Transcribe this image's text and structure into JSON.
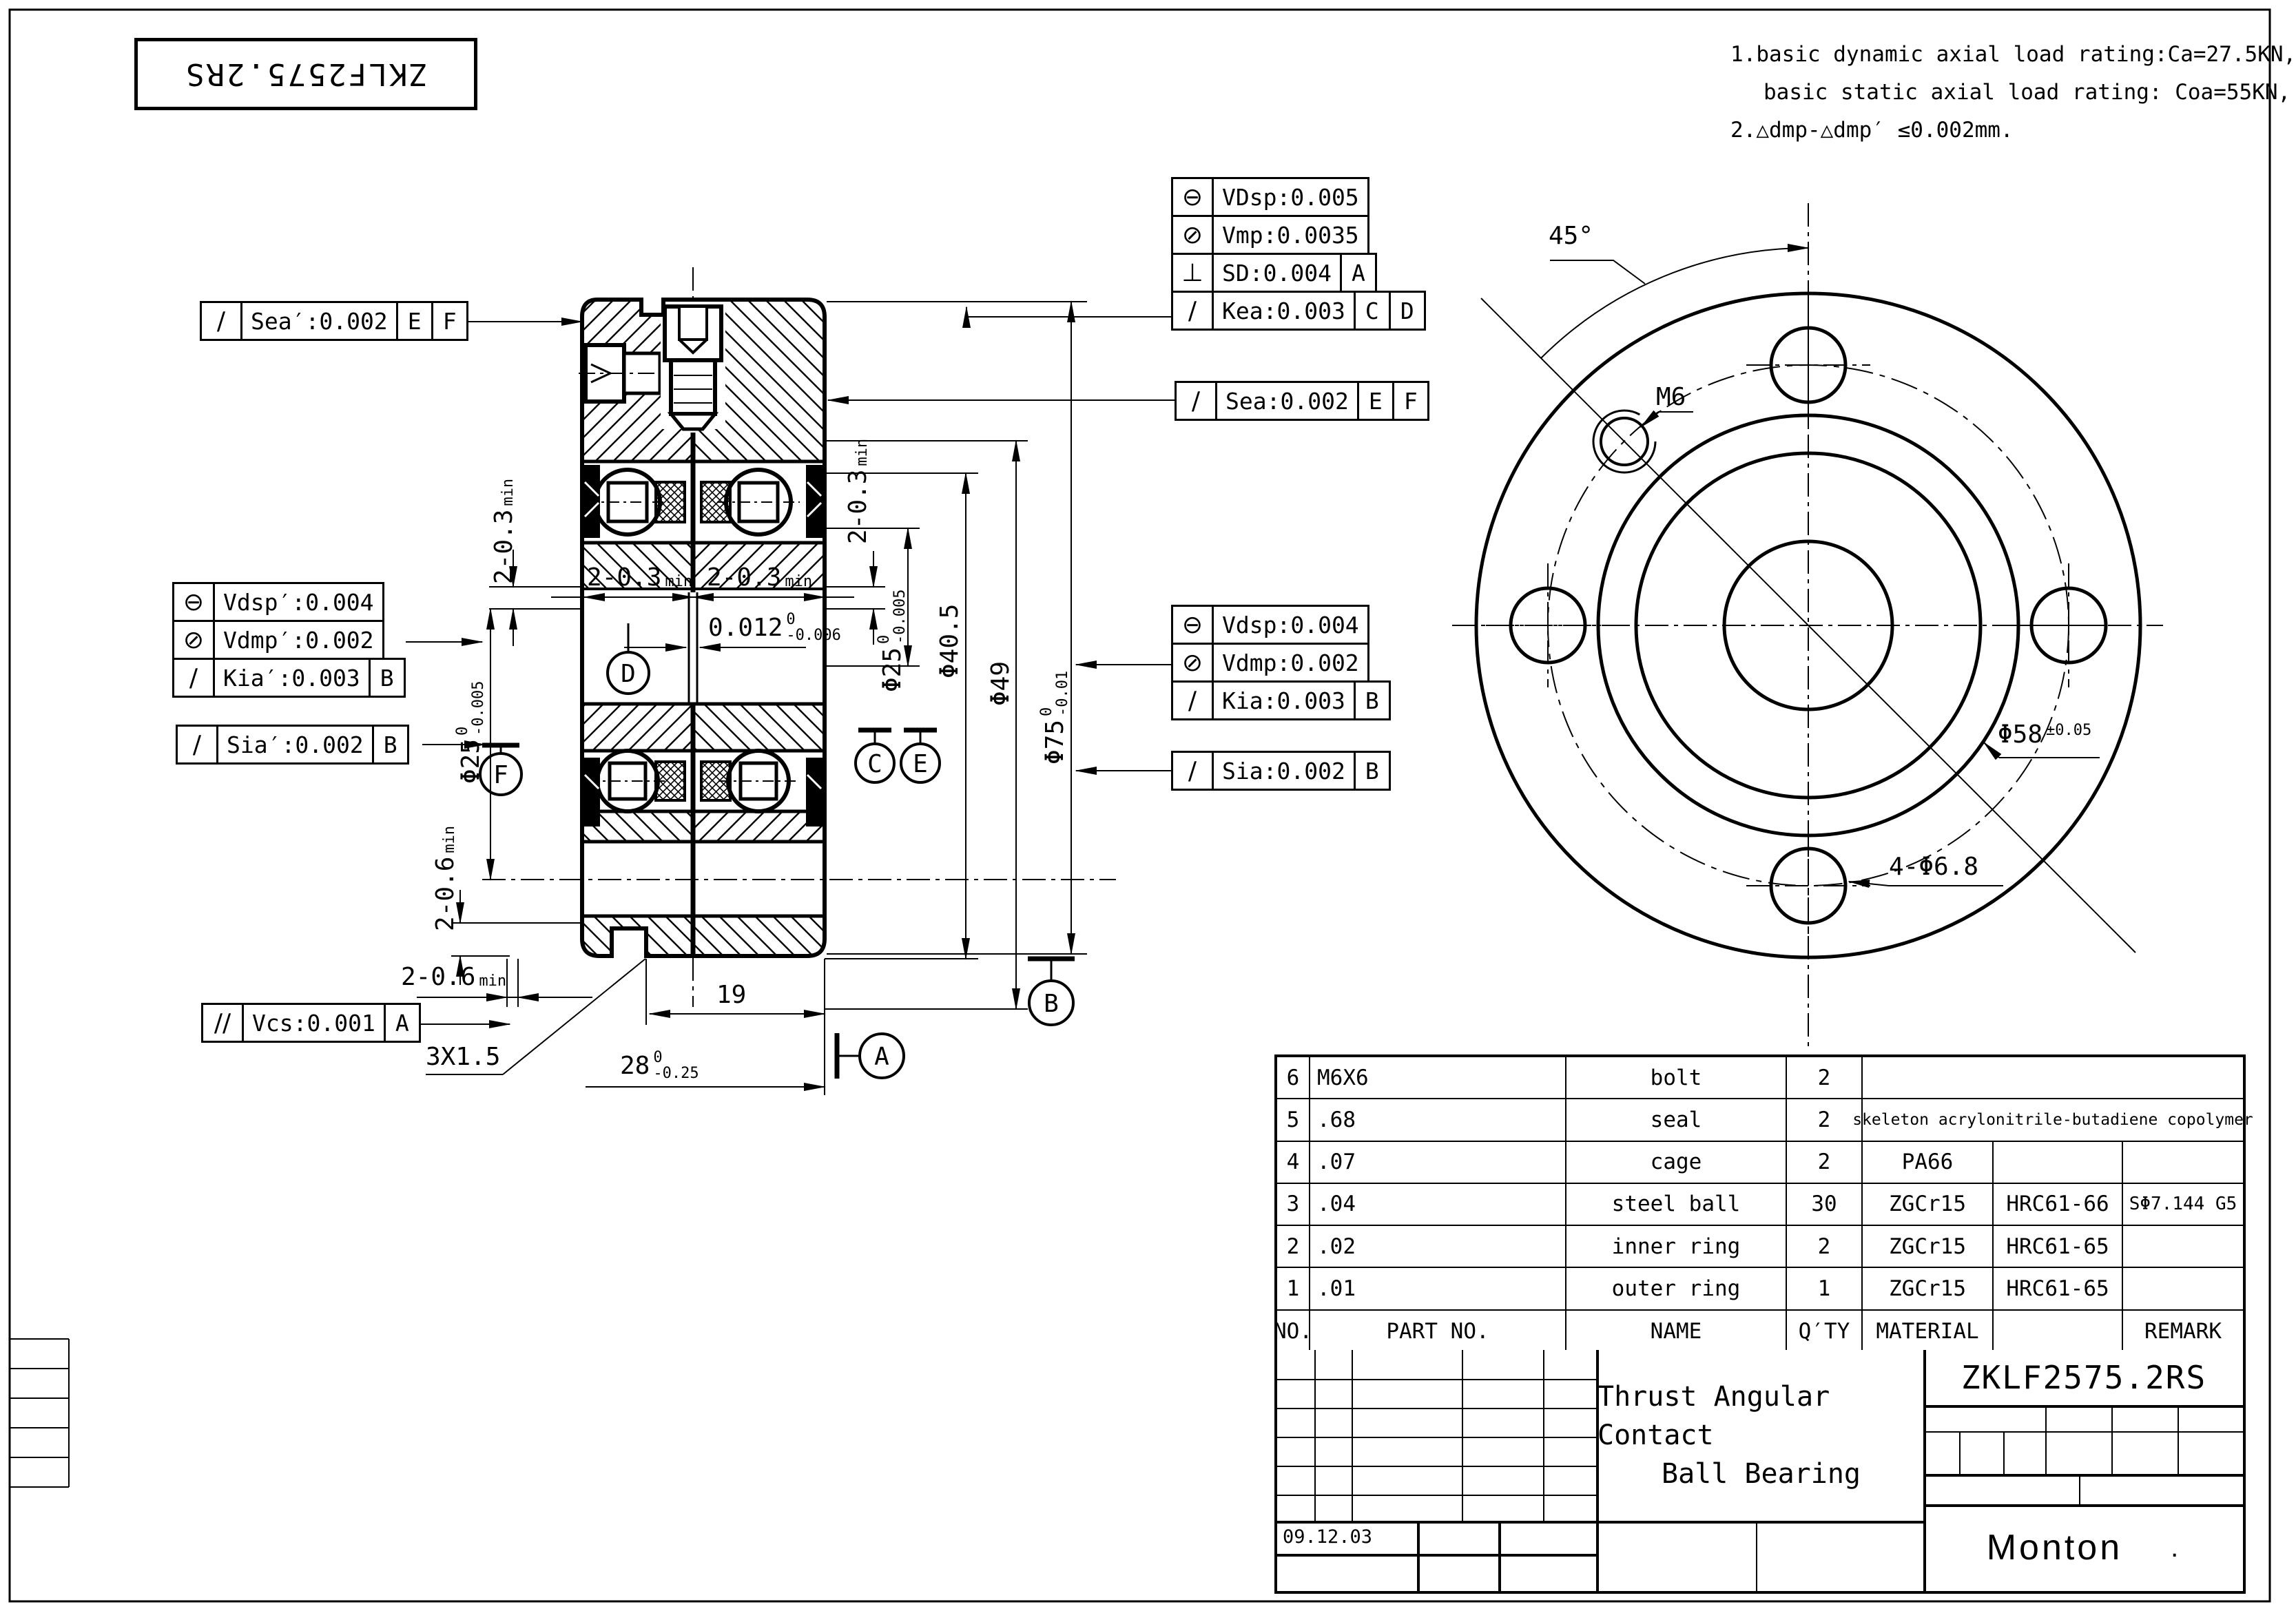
{
  "sheet": {
    "stamp": "ZKLF2575.2RS"
  },
  "notes": {
    "line1": "1.basic dynamic axial load rating:Ca=27.5KN,",
    "line2": "basic static axial load rating: Coa=55KN,",
    "line3": "2.△dmp-△dmp′ ≤0.002mm."
  },
  "fcf": {
    "sea_left": {
      "sym": "/",
      "label": "Sea′:0.002",
      "d1": "E",
      "d2": "F"
    },
    "top": [
      {
        "sym": "⊖",
        "label": "VDsp:0.005"
      },
      {
        "sym": "⊘",
        "label": "Vmp:0.0035"
      },
      {
        "sym": "⊥",
        "label": "SD:0.004",
        "d1": "A"
      },
      {
        "sym": "/",
        "label": "Kea:0.003",
        "d1": "C",
        "d2": "D"
      }
    ],
    "sea_right": {
      "sym": "/",
      "label": "Sea:0.002",
      "d1": "E",
      "d2": "F"
    },
    "left": [
      {
        "sym": "⊖",
        "label": "Vdsp′:0.004"
      },
      {
        "sym": "⊘",
        "label": "Vdmp′:0.002"
      },
      {
        "sym": "/",
        "label": "Kia′:0.003",
        "d1": "B"
      }
    ],
    "sia_left": {
      "sym": "/",
      "label": "Sia′:0.002",
      "d1": "B"
    },
    "right": [
      {
        "sym": "⊖",
        "label": "Vdsp:0.004"
      },
      {
        "sym": "⊘",
        "label": "Vdmp:0.002"
      },
      {
        "sym": "/",
        "label": "Kia:0.003",
        "d1": "B"
      }
    ],
    "sia_right": {
      "sym": "/",
      "label": "Sia:0.002",
      "d1": "B"
    },
    "vcs": {
      "sym": "//",
      "label": "Vcs:0.001",
      "d1": "A"
    }
  },
  "dims": {
    "d203": {
      "v": "2-0.3",
      "sub": "min"
    },
    "d206": {
      "v": "2-0.6",
      "sub": "min"
    },
    "d25": {
      "v": "Φ25",
      "up": "0",
      "dn": "-0.005"
    },
    "d405": {
      "v": "Φ40.5"
    },
    "d49": {
      "v": "Φ49"
    },
    "d75": {
      "v": "Φ75",
      "up": "0",
      "dn": "-0.01"
    },
    "gap": {
      "v": "0.012",
      "up": "0",
      "dn": "-0.006"
    },
    "d19": {
      "v": "19"
    },
    "d28": {
      "v": "28",
      "up": "0",
      "dn": "-0.25"
    },
    "chamfer": {
      "v": "3X1.5"
    },
    "angle": {
      "v": "45°"
    },
    "m6": {
      "v": "M6"
    },
    "d58": {
      "v": "Φ58",
      "tol": "±0.05"
    },
    "holes": {
      "v": "4-Φ6.8"
    }
  },
  "datums": {
    "a": "A",
    "b": "B",
    "c": "C",
    "d": "D",
    "e": "E",
    "f": "F"
  },
  "table": {
    "headers": {
      "no": "NO.",
      "part": "PART NO.",
      "name": "NAME",
      "qty": "Q′TY",
      "material": "MATERIAL",
      "remark": "REMARK"
    },
    "rows": [
      {
        "no": "6",
        "part": "M6X6",
        "name": "bolt",
        "qty": "2",
        "material": "",
        "hardness": "",
        "remark": ""
      },
      {
        "no": "5",
        "part": ".68",
        "name": "seal",
        "qty": "2",
        "material": "skeleton acrylonitrile-butadiene copolymer"
      },
      {
        "no": "4",
        "part": ".07",
        "name": "cage",
        "qty": "2",
        "material": "PA66",
        "hardness": "",
        "remark": ""
      },
      {
        "no": "3",
        "part": ".04",
        "name": "steel ball",
        "qty": "30",
        "material": "ZGCr15",
        "hardness": "HRC61-66",
        "remark": "SΦ7.144 G5"
      },
      {
        "no": "2",
        "part": ".02",
        "name": "inner ring",
        "qty": "2",
        "material": "ZGCr15",
        "hardness": "HRC61-65",
        "remark": ""
      },
      {
        "no": "1",
        "part": ".01",
        "name": "outer ring",
        "qty": "1",
        "material": "ZGCr15",
        "hardness": "HRC61-65",
        "remark": ""
      }
    ]
  },
  "titleblock": {
    "part_no": "ZKLF2575.2RS",
    "title_line1": "Thrust Angular Contact",
    "title_line2": "Ball Bearing",
    "company": "Monton",
    "company_dot": ".",
    "date": "09.12.03"
  }
}
